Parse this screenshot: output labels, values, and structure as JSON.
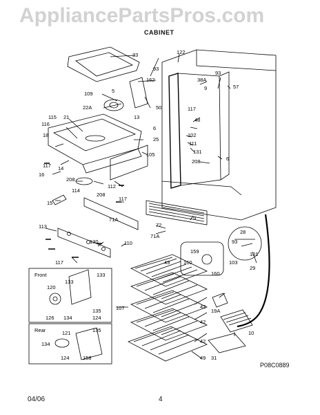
{
  "header": {
    "watermark": "AppliancePartsPros.com",
    "section_title": "CABINET"
  },
  "footer": {
    "date": "04/06",
    "page_number": "4",
    "diagram_code": "P08C0889"
  },
  "insets": {
    "front_label": "Front",
    "rear_label": "Rear"
  },
  "callouts": {
    "c33": "33",
    "c93": "93",
    "c162": "162",
    "c5": "5",
    "c109": "109",
    "c22A": "22A",
    "c50": "50",
    "c13": "13",
    "c21": "21",
    "c115": "115",
    "c116": "116",
    "c18": "18",
    "c25": "25",
    "c105": "105",
    "c117a": "117",
    "c14": "14",
    "c16": "16",
    "c208a": "208",
    "c114": "114",
    "c208b": "208",
    "c112": "112",
    "c15": "15",
    "c117b": "117",
    "c122": "122",
    "c38A": "38A",
    "c93b": "93",
    "c57": "57",
    "c9a": "9",
    "c117c": "117",
    "c48": "48",
    "c6a": "6",
    "c102": "102",
    "c111": "111",
    "c131": "131",
    "c208c": "208",
    "c6b": "6",
    "c71Aa": "71A",
    "c72": "72",
    "c9b": "9",
    "c71Ab": "71A",
    "c113": "113",
    "c130": "130",
    "c110": "110",
    "c117d": "117",
    "c28": "28",
    "c93c": "93",
    "c101": "101",
    "c159": "159",
    "c160a": "160",
    "c160b": "160",
    "c103": "103",
    "c29": "29",
    "c43": "43",
    "c107": "107",
    "c42a": "42",
    "c42b": "42",
    "c42c": "42",
    "c19A": "19A",
    "c10": "10",
    "c31": "31",
    "c49": "49",
    "c133a": "133",
    "c120": "120",
    "c133b": "133",
    "c126": "126",
    "c134a": "134",
    "c135a": "135",
    "c124a": "124",
    "c121": "121",
    "c135b": "135",
    "c134b": "134",
    "c124b": "124",
    "c158": "158"
  }
}
